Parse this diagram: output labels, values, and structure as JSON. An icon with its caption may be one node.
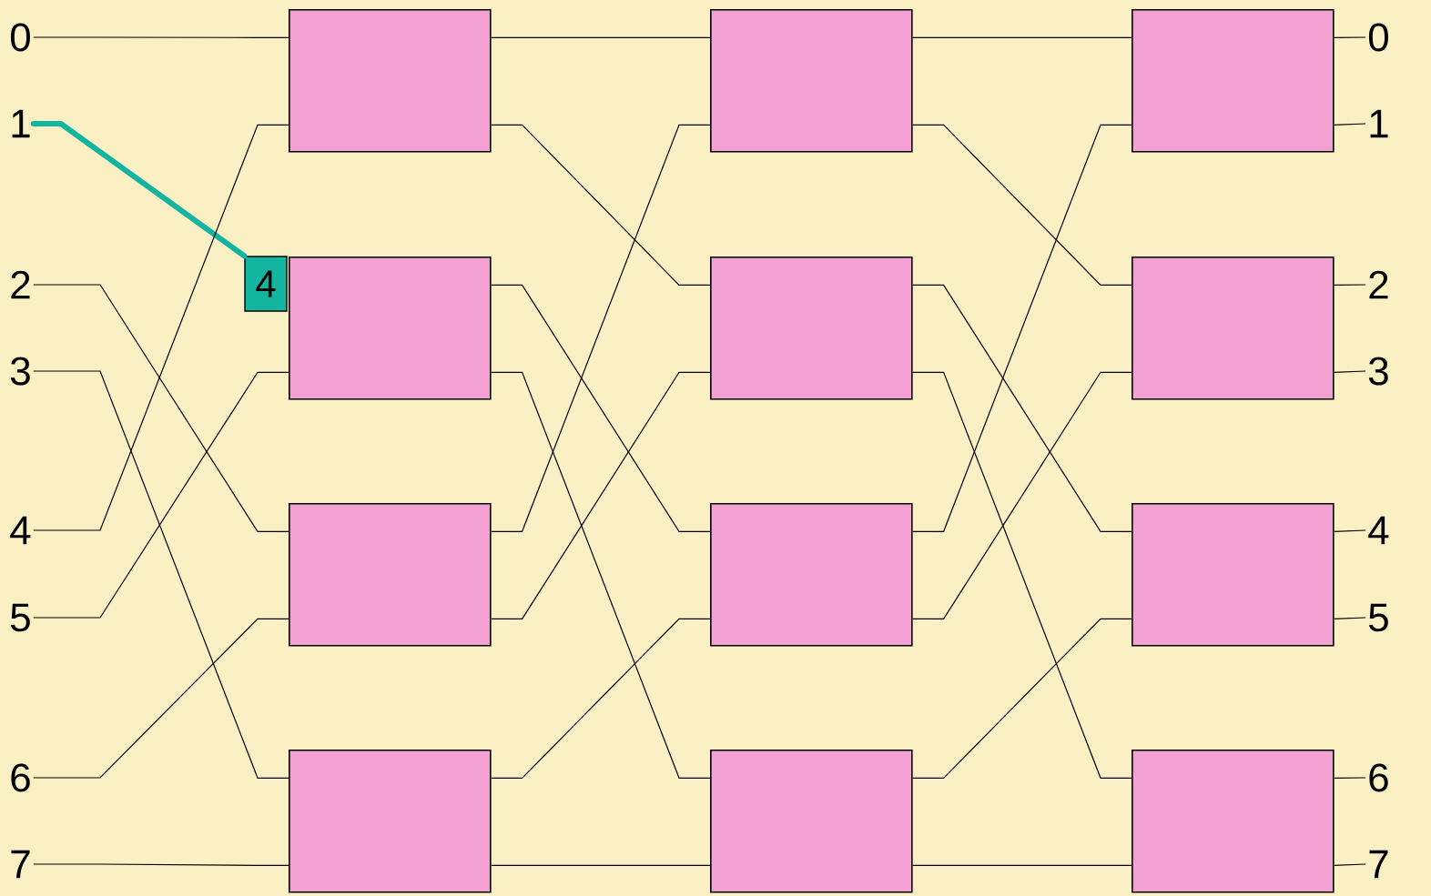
{
  "diagram": {
    "nodes": [
      {
        "text": [
          "0"
        ]
      },
      {
        "text": [
          "1"
        ]
      },
      {
        "text": [
          "2"
        ]
      },
      {
        "text": [
          "3"
        ]
      },
      {
        "text": [
          "4"
        ]
      },
      {
        "text": [
          "5"
        ]
      },
      {
        "text": [
          "6"
        ]
      },
      {
        "text": [
          "7"
        ]
      },
      {
        "text": [],
        "shape": "box"
      },
      {
        "text": [],
        "shape": "box"
      },
      {
        "text": [],
        "shape": "box"
      },
      {
        "text": [],
        "shape": "box"
      },
      {
        "text": [],
        "shape": "box"
      },
      {
        "text": [],
        "shape": "box"
      },
      {
        "text": [],
        "shape": "box"
      },
      {
        "text": [],
        "shape": "box"
      },
      {
        "text": [],
        "shape": "box"
      },
      {
        "text": [],
        "shape": "box"
      },
      {
        "text": [],
        "shape": "box"
      },
      {
        "text": [],
        "shape": "box"
      },
      {
        "text": [
          "0"
        ]
      },
      {
        "text": [
          "1"
        ]
      },
      {
        "text": [
          "2"
        ]
      },
      {
        "text": [
          "3"
        ]
      },
      {
        "text": [
          "4"
        ]
      },
      {
        "text": [
          "5"
        ]
      },
      {
        "text": [
          "6"
        ]
      },
      {
        "text": [
          "7"
        ]
      },
      {
        "text": [
          "4"
        ]
      }
    ],
    "edges": [
      {
        "from": 0,
        "to": 8,
        "arrow": "none"
      },
      {
        "from": 1,
        "to": 28,
        "arrow": "none",
        "style": "thick",
        "color": "#13b5a0"
      },
      {
        "from": 2,
        "to": 10,
        "arrow": "none"
      },
      {
        "from": 3,
        "to": 11,
        "arrow": "none"
      },
      {
        "from": 4,
        "to": 8,
        "arrow": "none"
      },
      {
        "from": 5,
        "to": 9,
        "arrow": "none"
      },
      {
        "from": 6,
        "to": 10,
        "arrow": "none"
      },
      {
        "from": 7,
        "to": 11,
        "arrow": "none"
      },
      {
        "from": 8,
        "to": 12,
        "arrow": "none"
      },
      {
        "from": 8,
        "to": 13,
        "arrow": "none"
      },
      {
        "from": 9,
        "to": 14,
        "arrow": "none"
      },
      {
        "from": 9,
        "to": 15,
        "arrow": "none"
      },
      {
        "from": 10,
        "to": 12,
        "arrow": "none"
      },
      {
        "from": 10,
        "to": 13,
        "arrow": "none"
      },
      {
        "from": 11,
        "to": 14,
        "arrow": "none"
      },
      {
        "from": 11,
        "to": 15,
        "arrow": "none"
      },
      {
        "from": 12,
        "to": 16,
        "arrow": "none"
      },
      {
        "from": 12,
        "to": 17,
        "arrow": "none"
      },
      {
        "from": 13,
        "to": 18,
        "arrow": "none"
      },
      {
        "from": 13,
        "to": 19,
        "arrow": "none"
      },
      {
        "from": 14,
        "to": 16,
        "arrow": "none"
      },
      {
        "from": 14,
        "to": 17,
        "arrow": "none"
      },
      {
        "from": 15,
        "to": 18,
        "arrow": "none"
      },
      {
        "from": 15,
        "to": 19,
        "arrow": "none"
      },
      {
        "from": 16,
        "to": 20,
        "arrow": "none"
      },
      {
        "from": 16,
        "to": 21,
        "arrow": "none"
      },
      {
        "from": 17,
        "to": 22,
        "arrow": "none"
      },
      {
        "from": 17,
        "to": 23,
        "arrow": "none"
      },
      {
        "from": 18,
        "to": 24,
        "arrow": "none"
      },
      {
        "from": 18,
        "to": 25,
        "arrow": "none"
      },
      {
        "from": 19,
        "to": 26,
        "arrow": "none"
      },
      {
        "from": 19,
        "to": 27,
        "arrow": "none"
      }
    ]
  }
}
